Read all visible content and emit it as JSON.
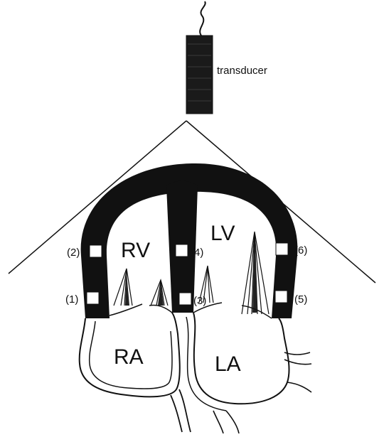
{
  "figure": {
    "transducer_label": "transducer",
    "chambers": {
      "rv": "RV",
      "lv": "LV",
      "ra": "RA",
      "la": "LA"
    },
    "markers": {
      "m1": "(1)",
      "m2": "(2)",
      "m3": "(3)",
      "m4": "(4)",
      "m5": "(5)",
      "m6": "(6)"
    },
    "colors": {
      "ink": "#111111",
      "marker_fill": "#ffffff",
      "background": "#ffffff"
    }
  }
}
